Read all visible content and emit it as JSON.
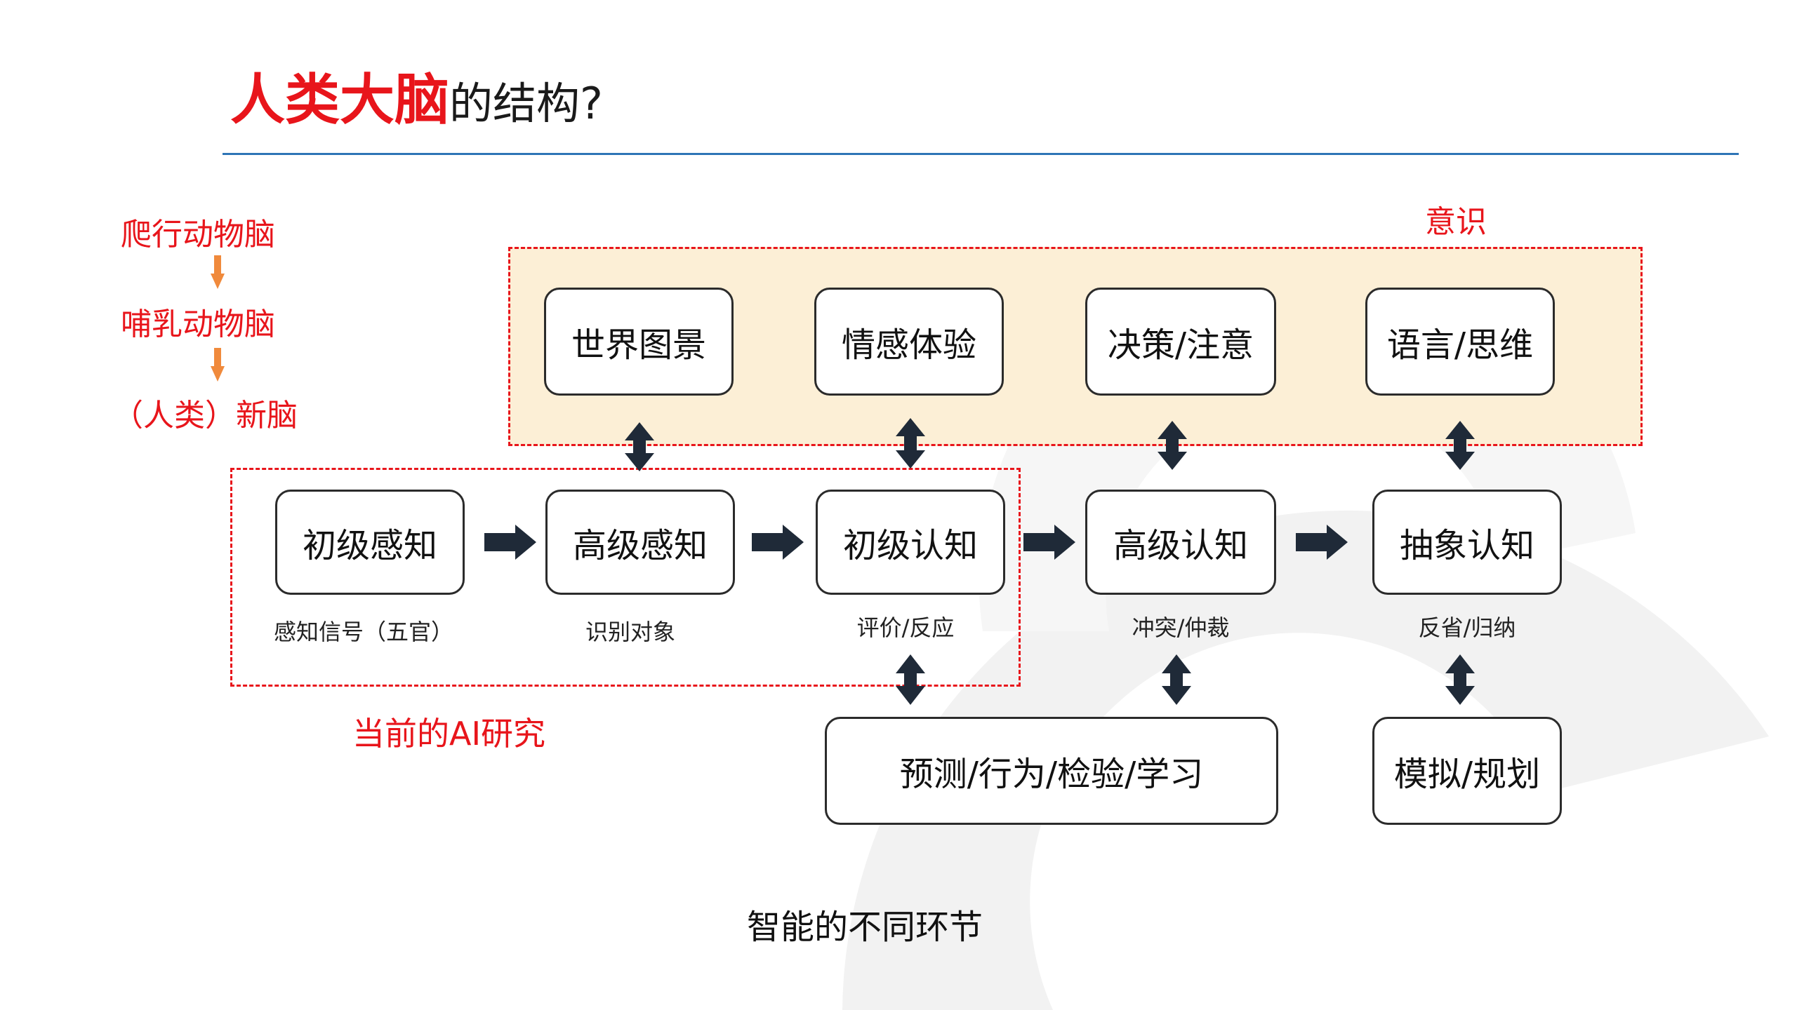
{
  "title": {
    "highlight": "人类大脑",
    "rest": "的结构?"
  },
  "evolution": {
    "items": [
      "爬行动物脑",
      "哺乳动物脑",
      "（人类）新脑"
    ],
    "arrow_color": "#f08a3c"
  },
  "consciousness": {
    "label": "意识",
    "boxes": [
      "世界图景",
      "情感体验",
      "决策/注意",
      "语言/思维"
    ]
  },
  "stages": [
    {
      "label": "初级感知",
      "sub": "感知信号（五官）"
    },
    {
      "label": "高级感知",
      "sub": "识别对象"
    },
    {
      "label": "初级认知",
      "sub": "评价/反应"
    },
    {
      "label": "高级认知",
      "sub": "冲突/仲裁"
    },
    {
      "label": "抽象认知",
      "sub": "反省/归纳"
    }
  ],
  "action_boxes": [
    "预测/行为/检验/学习",
    "模拟/规划"
  ],
  "ai_label": "当前的AI研究",
  "caption": "智能的不同环节",
  "colors": {
    "accent_red": "#e8151b",
    "title_rule": "#2e75b6",
    "zone_fill": "#fcefd6",
    "arrow_dark": "#1f2a38"
  }
}
